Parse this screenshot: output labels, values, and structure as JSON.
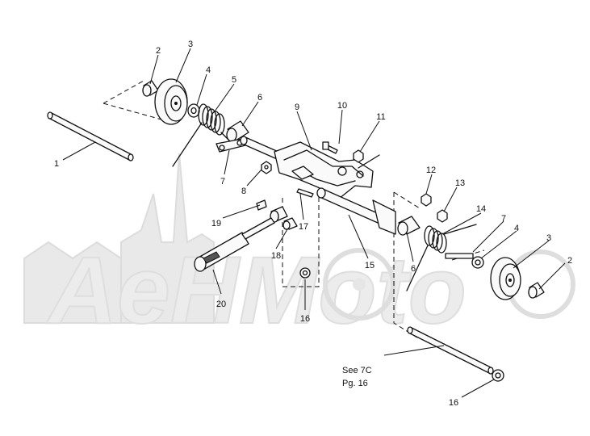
{
  "diagram": {
    "callouts": [
      "1",
      "2",
      "3",
      "4",
      "5",
      "6",
      "7",
      "8",
      "9",
      "10",
      "11",
      "12",
      "13",
      "14",
      "7",
      "4",
      "3",
      "2",
      "6",
      "15",
      "17",
      "18",
      "19",
      "20",
      "16",
      "16"
    ],
    "note": {
      "line1": "See 7C",
      "line2": "Pg. 16"
    }
  },
  "watermark": {
    "text": "AeHMoto"
  }
}
